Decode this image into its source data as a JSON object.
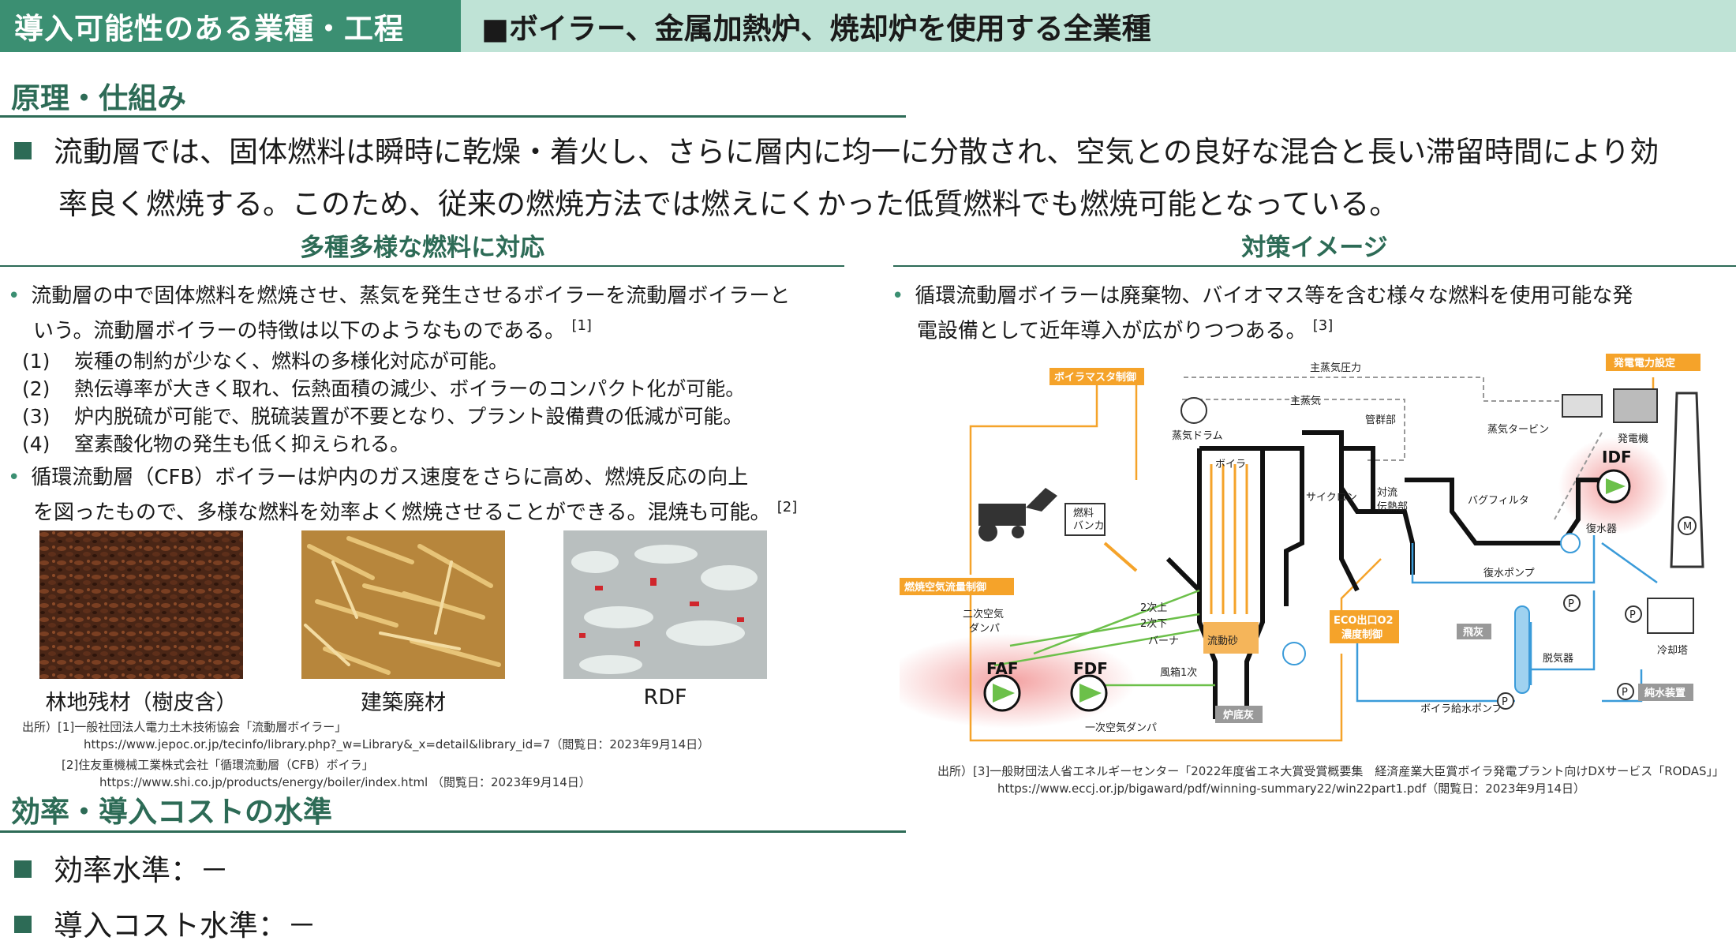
{
  "header": {
    "left_title": "導入可能性のある業種・工程",
    "right_title": "■ボイラー、金属加熱炉、焼却炉を使用する全業種"
  },
  "principle": {
    "title": "原理・仕組み",
    "line1": "流動層では、固体燃料は瞬時に乾燥・着火し、さらに層内に均一に分散され、空気との良好な混合と長い滞留時間により効",
    "line2": "率良く燃焼する。このため、従来の燃焼方法では燃えにくかった低質燃料でも燃焼可能となっている。"
  },
  "left_col": {
    "heading": "多種多様な燃料に対応",
    "bullet1_l1": "流動層の中で固体燃料を燃焼させ、蒸気を発生させるボイラーを流動層ボイラーと",
    "bullet1_l2": "いう。流動層ボイラーの特徴は以下のようなものである。",
    "bullet1_ref": "[1]",
    "items": [
      {
        "num": "(1)",
        "text": "炭種の制約が少なく、燃料の多様化対応が可能。"
      },
      {
        "num": "(2)",
        "text": "熱伝導率が大きく取れ、伝熱面積の減少、ボイラーのコンパクト化が可能。"
      },
      {
        "num": "(3)",
        "text": "炉内脱硫が可能で、脱硫装置が不要となり、プラント設備費の低減が可能。"
      },
      {
        "num": "(4)",
        "text": "窒素酸化物の発生も低く抑えられる。"
      }
    ],
    "bullet2_l1": "循環流動層（CFB）ボイラーは炉内のガス速度をさらに高め、燃焼反応の向上",
    "bullet2_l2": "を図ったもので、多様な燃料を効率よく燃焼させることができる。混焼も可能。",
    "bullet2_ref": "[2]",
    "captions": [
      "林地残材（樹皮含）",
      "建築廃材",
      "RDF"
    ],
    "src1_l1": "出所）[1]一般社団法人電力土木技術協会「流動層ボイラー」",
    "src1_l2": "https://www.jepoc.or.jp/tecinfo/library.php?_w=Library&_x=detail&library_id=7（閲覧日：2023年9月14日）",
    "src2_l1": "[2]住友重機械工業株式会社「循環流動層（CFB）ボイラ」",
    "src2_l2": "https://www.shi.co.jp/products/energy/boiler/index.html （閲覧日：2023年9月14日）"
  },
  "right_col": {
    "heading": "対策イメージ",
    "bullet_l1": "循環流動層ボイラーは廃棄物、バイオマス等を含む様々な燃料を使用可能な発",
    "bullet_l2": "電設備として近年導入が広がりつつある。",
    "bullet_ref": "[3]",
    "src_l1": "出所）[3]一般財団法人省エネルギーセンター「2022年度省エネ大賞受賞概要集　経済産業大臣賞ボイラ発電プラント向けDXサービス「RODAS」」",
    "src_l2": "https://www.eccj.or.jp/bigaward/pdf/winning-summary22/win22part1.pdf（閲覧日：2023年9月14日）"
  },
  "diagram": {
    "boiler_master": "ボイラマスタ制御",
    "main_steam_pressure": "主蒸気圧力",
    "power_setting": "発電電力設定",
    "steam_drum": "蒸気ドラム",
    "main_steam": "主蒸気",
    "tube_bank": "管群部",
    "steam_turbine": "蒸気タービン",
    "generator": "発電機",
    "boiler": "ボイラ",
    "cyclone": "サイクロン",
    "convection_l1": "対流",
    "convection_l2": "伝熱部",
    "bag_filter": "バグフィルタ",
    "idf": "IDF",
    "condenser": "復水器",
    "motor": "M",
    "fuel_l1": "燃料",
    "fuel_l2": "バンカ",
    "air_flow_ctrl": "燃焼空気流量制御",
    "secondary_l1": "二次空気",
    "secondary_l2": "ダンパ",
    "upper2": "2次上",
    "lower2": "2次下",
    "burner": "バーナ",
    "windbox": "風箱1次",
    "fluid_sand": "流動砂",
    "eco_l1": "ECO出口O2",
    "eco_l2": "濃度制御",
    "condensate_pump": "復水ポンプ",
    "fly_ash": "飛灰",
    "deaerator": "脱気器",
    "cooling_tower": "冷却塔",
    "faf": "FAF",
    "fdf": "FDF",
    "bottom_ash": "炉底灰",
    "primary_damper": "一次空気ダンパ",
    "feed_pump": "ボイラ給水ポンプ",
    "pure_water": "純水装置",
    "pump": "P"
  },
  "efficiency": {
    "title": "効率・導入コストの水準",
    "item1": "効率水準：－",
    "item2": "導入コスト水準：－"
  },
  "colors": {
    "header_green": "#3b8f72",
    "header_light": "#bfe3d6",
    "title_green": "#2d6b56",
    "orange": "#f5a32a",
    "blue": "#3a9bd9"
  }
}
